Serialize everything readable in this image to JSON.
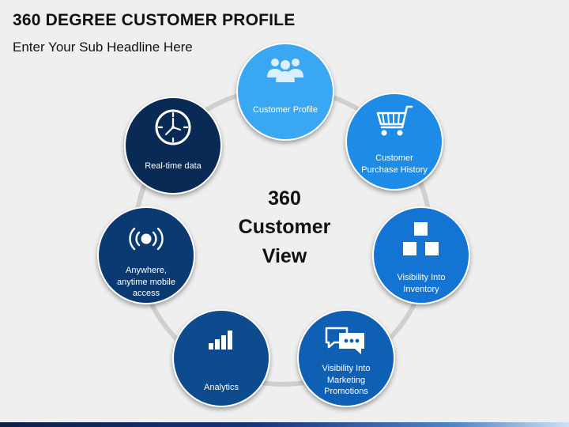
{
  "header": {
    "title": "360 DEGREE CUSTOMER PROFILE",
    "subtitle": "Enter Your Sub Headline Here"
  },
  "center": {
    "line1": "360",
    "line2": "Customer",
    "line3": "View"
  },
  "nodes": [
    {
      "id": "customer-profile",
      "label": "Customer Profile",
      "icon": "users-icon",
      "color": "#3aa7f2"
    },
    {
      "id": "purchase-history",
      "label1": "Customer",
      "label2": "Purchase History",
      "icon": "shopping-cart-icon",
      "color": "#1e8ce6"
    },
    {
      "id": "inventory",
      "label1": "Visibility Into",
      "label2": "Inventory",
      "icon": "boxes-icon",
      "color": "#1374d4"
    },
    {
      "id": "marketing",
      "label1": "Visibility Into",
      "label2": "Marketing",
      "label3": "Promotions",
      "icon": "chat-bubbles-icon",
      "color": "#0f5fb4"
    },
    {
      "id": "analytics",
      "label": "Analytics",
      "icon": "bar-chart-icon",
      "color": "#0d4a8e"
    },
    {
      "id": "mobile-access",
      "label1": "Anywhere,",
      "label2": "anytime mobile",
      "label3": "access",
      "icon": "broadcast-icon",
      "color": "#0b3a72"
    },
    {
      "id": "real-time",
      "label": "Real-time data",
      "icon": "clock-icon",
      "color": "#082a55"
    }
  ]
}
